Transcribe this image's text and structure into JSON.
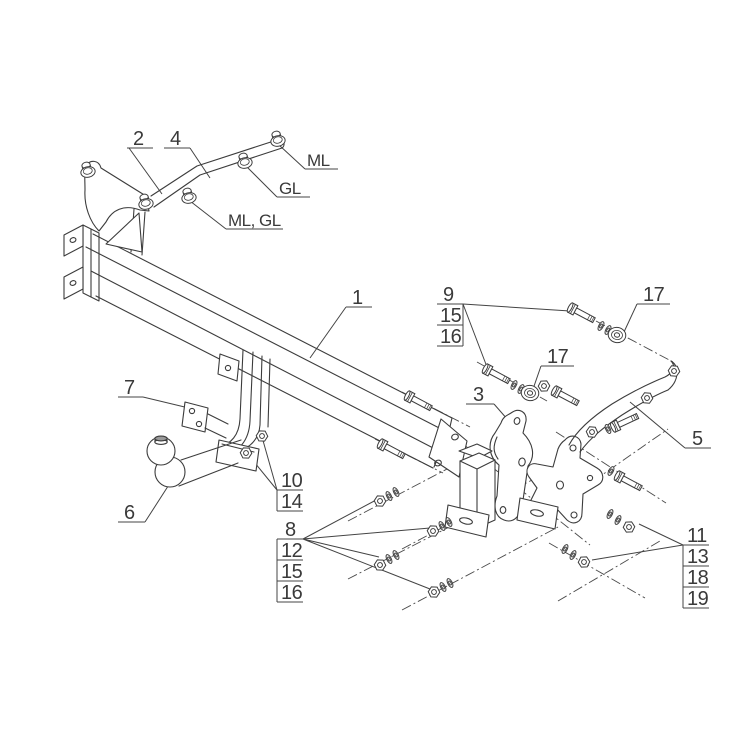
{
  "figure": {
    "background": "#ffffff",
    "line_color": "#3c3c3c",
    "centerline_color": "#4a4a4a",
    "text_color": "#3a3a3a",
    "ball_cap_color": "#9a9a9a"
  },
  "callouts": {
    "part_1": "1",
    "part_2": "2",
    "part_3": "3",
    "part_4": "4",
    "part_5": "5",
    "part_6": "6",
    "part_7": "7",
    "bushing_ml": "ML",
    "bushing_gl": "GL",
    "bushing_ml_gl": "ML, GL",
    "washer_17_upper": "17",
    "washer_17_center": "17",
    "group_9_15_16": [
      "9",
      "15",
      "16"
    ],
    "group_10_14": [
      "10",
      "14"
    ],
    "group_8_12_15_16": [
      "8",
      "12",
      "15",
      "16"
    ],
    "group_11_13_18_19": [
      "11",
      "13",
      "18",
      "19"
    ]
  }
}
